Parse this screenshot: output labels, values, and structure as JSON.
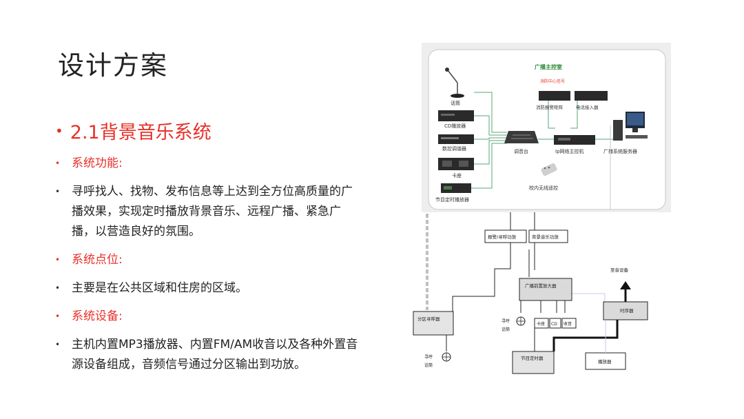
{
  "slide": {
    "title": "设计方案",
    "section_heading": "2.1背景音乐系统",
    "items": [
      {
        "text": "系统功能:",
        "style": "red"
      },
      {
        "text": "寻呼找人、找物、发布信息等上达到全方位高质量的广播效果，实现定时播放背景音乐、远程广播、紧急广播，以营造良好的氛围。",
        "style": "normal"
      },
      {
        "text": "系统点位:",
        "style": "red"
      },
      {
        "text": "主要是在公共区域和住房的区域。",
        "style": "normal"
      },
      {
        "text": "系统设备:",
        "style": "red"
      },
      {
        "text": "主机内置MP3播放器、内置FM/AM收音以及各种外置音源设备组成，音频信号通过分区输出到功放。",
        "style": "normal"
      }
    ]
  },
  "diagram": {
    "control_room_label": "广播主控室",
    "fire_signal_label": "消防中心信号",
    "microphone_label": "话筒",
    "cd_player_label": "CD播放器",
    "tuner_label": "数控调谐器",
    "cassette_label": "卡座",
    "timer_player_label": "节目定时播放器",
    "mixer_label": "调音台",
    "fire_matrix_label": "消防报警矩阵",
    "phone_access_label": "电话接入器",
    "ip_host_label": "Ip网络主控机",
    "server_label": "广播系统服务器",
    "wireless_remote_label": "校内无线遥控",
    "alarm_amp_label": "报警/寻呼功放",
    "bgm_amp_label": "背景音乐功放",
    "preamp_label": "广播前置放大器",
    "zone_pager_label": "分区寻呼器",
    "pager_mic_label_1": "寻呼",
    "pager_mic_label_2": "话筒",
    "cassette_small_label": "卡座",
    "cd_small_label": "CD",
    "radio_small_label": "收音",
    "program_timer_label": "节目定时器",
    "sequencer_label": "时序器",
    "to_audio_label": "至音设备",
    "player_label": "播放器",
    "accent_color": "#e8302a",
    "diagram_text_color": "#2e8b3a"
  }
}
